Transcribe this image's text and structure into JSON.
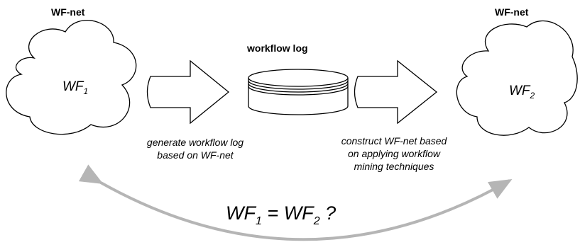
{
  "left_net": {
    "heading": "WF-net",
    "name": "WF",
    "subscript": "1"
  },
  "right_net": {
    "heading": "WF-net",
    "name": "WF",
    "subscript": "2"
  },
  "log": {
    "heading": "workflow log"
  },
  "captions": {
    "generate_line1": "generate workflow log",
    "generate_line2": "based on WF-net",
    "construct_line1": "construct WF-net based",
    "construct_line2": "on applying workflow",
    "construct_line3": "mining techniques"
  },
  "equation": {
    "left_name": "WF",
    "left_sub": "1",
    "operator": "=",
    "right_name": "WF",
    "right_sub": "2",
    "question": "?"
  },
  "colors": {
    "outline": "#000000",
    "double_arrow": "#b5b5b5"
  }
}
